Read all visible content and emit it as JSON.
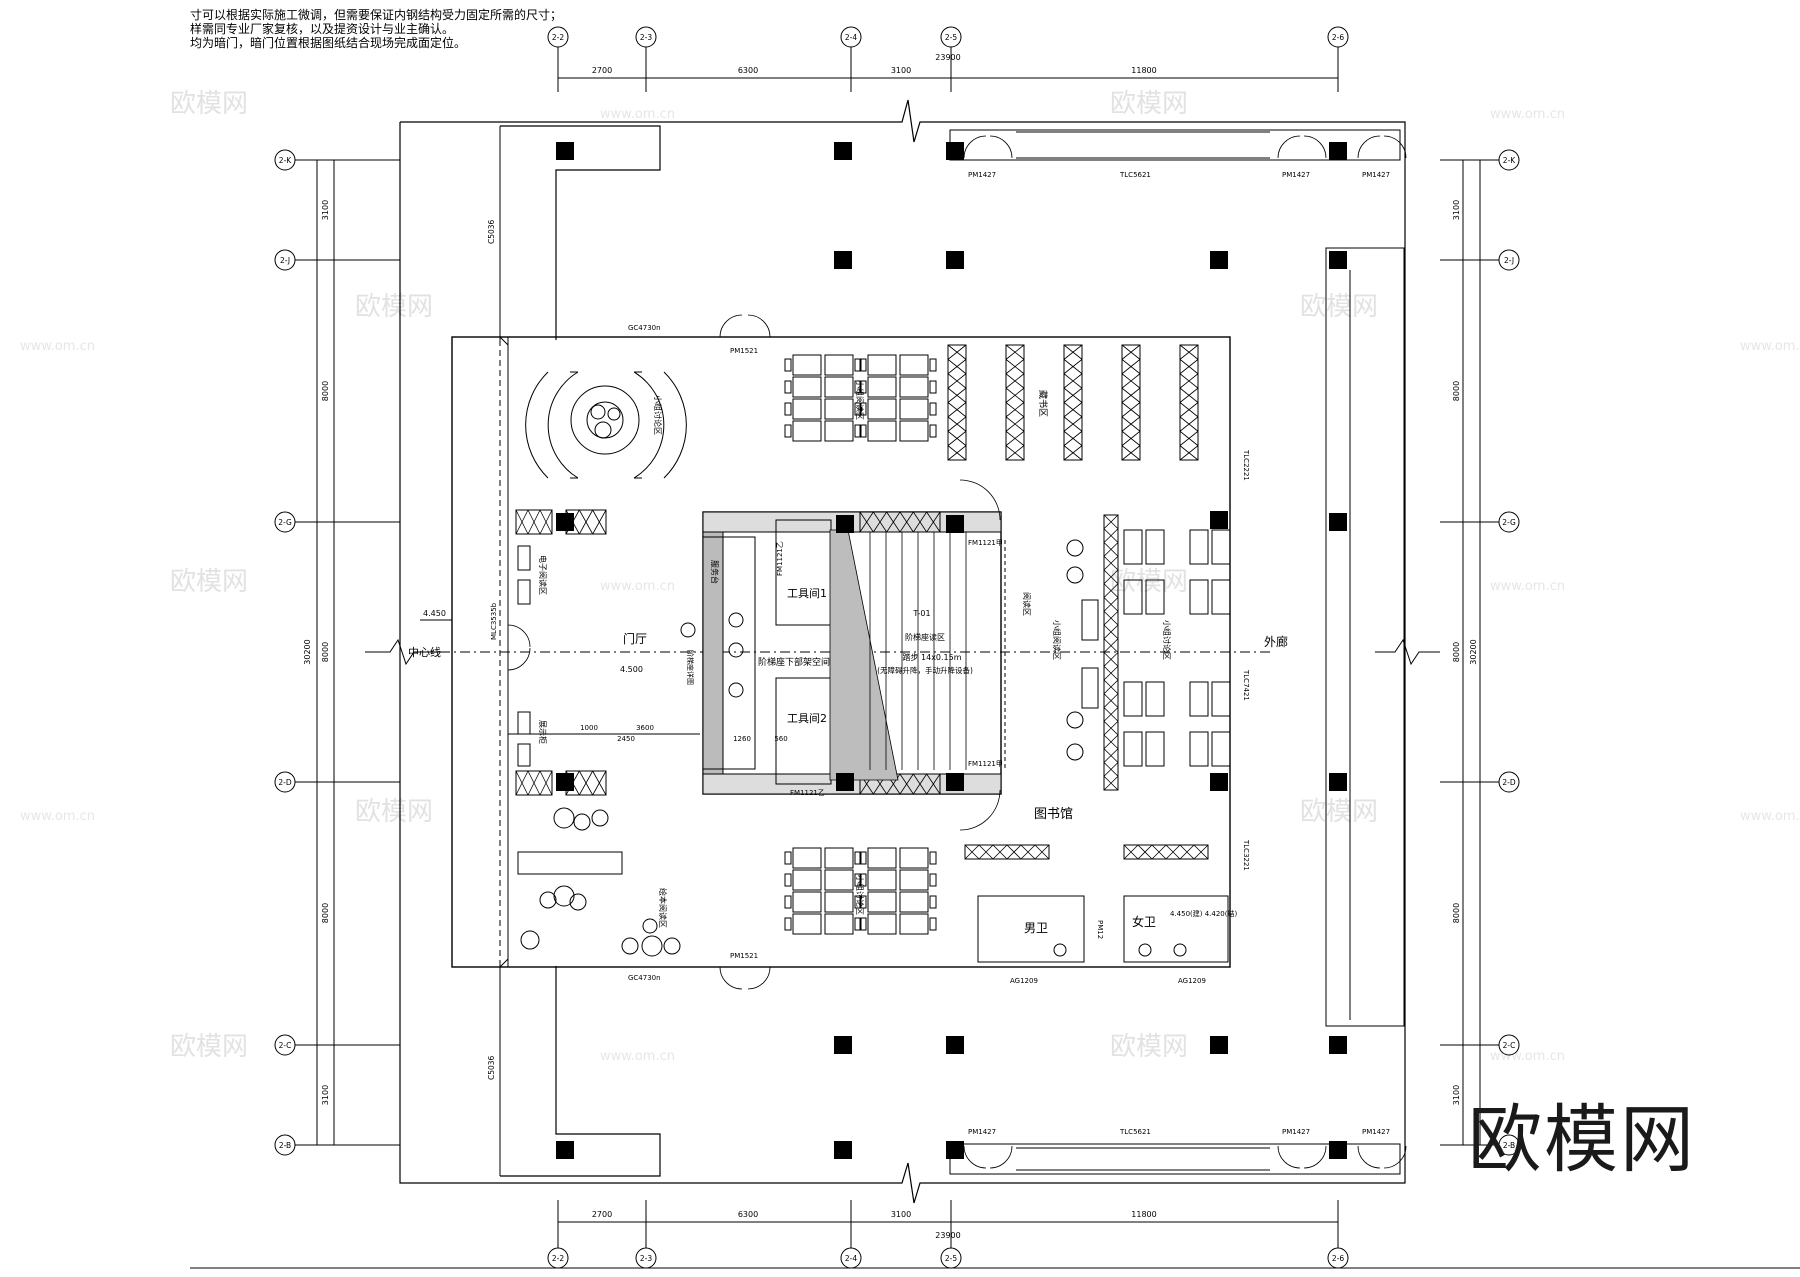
{
  "notes": [
    "寸可以根据实际施工微调，但需要保证内钢结构受力固定所需的尺寸；",
    "样需同专业厂家复核，以及提资设计与业主确认。",
    "均为暗门，暗门位置根据图纸结合现场完成面定位。"
  ],
  "grid_columns": [
    "2-2",
    "2-3",
    "2-4",
    "2-5",
    "2-6"
  ],
  "grid_rows": [
    "2-K",
    "2-J",
    "2-G",
    "2-D",
    "2-C",
    "2-B"
  ],
  "dims_top": [
    "2700",
    "6300",
    "3100",
    "11800"
  ],
  "dims_total": "23900",
  "dims_side": [
    "3100",
    "8000",
    "8000",
    "8000",
    "3100"
  ],
  "dims_side_total": "30200",
  "door_tags": {
    "pm1427": "PM1427",
    "tlc5621": "TLC5621",
    "pm1521": "PM1521",
    "gc4730": "GC4730n",
    "c5036": "C5036",
    "mlc": "MLC3535b",
    "fm1121a": "FM1121甲",
    "fm1121b": "FM1121乙",
    "tlc2221": "TLC2221",
    "tlc7421": "TLC7421",
    "tlc3221": "TLC3221",
    "ag1209": "AG1209",
    "pm12": "PM12"
  },
  "rooms": {
    "lobby": "门厅",
    "library": "图书馆",
    "outer_corridor": "外廊",
    "centerline": "中心线",
    "tool_room_1": "工具间1",
    "tool_room_2": "工具间2",
    "stair_void": "阶梯座下部架空间",
    "mens_wc": "男卫",
    "womens_wc": "女卫",
    "service_desk": "服务台",
    "e_reading": "电子阅读区",
    "small_discussion": "小组讨论区",
    "book_shelves": "藏书区",
    "reading_area": "阅读区",
    "small_reading_a": "小组阅读区",
    "small_reading_b": "小组讨论区",
    "picture_book": "绘本阅读区",
    "reading_seats": "阶梯座读区",
    "display": "展示柜",
    "t01": "T-01",
    "stair_note": "阶梯座详图",
    "lift_note": "(无障碍升降，手动升降设备)",
    "stair_dims": "踏步 14x0.15m"
  },
  "levels": {
    "entry": "4.450",
    "lobby": "4.500",
    "wc": "4.450(建)\n4.420(结)"
  },
  "inner_dims": [
    "3600",
    "1000",
    "2450",
    "1260",
    "560"
  ],
  "watermark": "欧模网",
  "watermark_url": "www.om.cn",
  "brand": "欧模网"
}
